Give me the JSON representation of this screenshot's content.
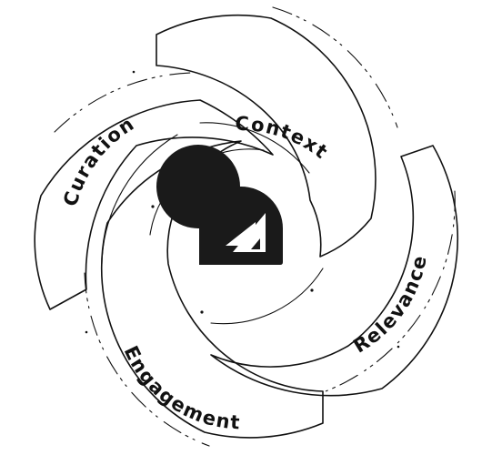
{
  "labels": {
    "context": "Context",
    "relevance": "Relevance",
    "engagement": "Engagement",
    "curation": "Curation"
  },
  "colors": {
    "ink": "#111111",
    "background": "#ffffff",
    "logo_fill": "#1a1a1a",
    "logo_mark": "#ffffff"
  },
  "center_logo": {
    "icon": "stacked-triangles-logo-icon"
  }
}
